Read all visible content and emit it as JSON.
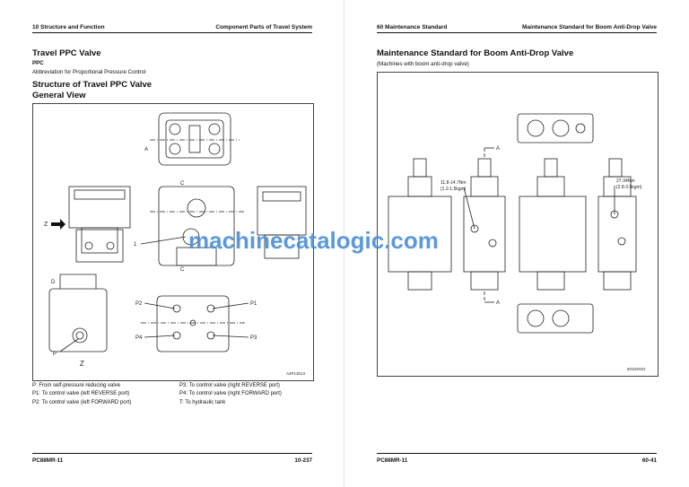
{
  "left_page": {
    "header": {
      "section": "10 Structure and Function",
      "title": "Component Parts of Travel System"
    },
    "heading": "Travel PPC Valve",
    "abbr_title": "PPC",
    "abbr_desc": "Abbreviation for Proportional Pressure Control",
    "sub_heading_1": "Structure of Travel PPC Valve",
    "sub_heading_2": "General View",
    "figure_code": "A4P13013",
    "figure_labels": {
      "a": "A",
      "c": "C",
      "z": "Z",
      "d": "D",
      "p": "P",
      "p1": "P1",
      "p2": "P2",
      "p3": "P3",
      "p4": "P4",
      "one": "1"
    },
    "legend_col1": [
      "P: From self-pressure reducing valve",
      "P1: To control valve (left REVERSE port)",
      "P2: To control valve (left FORWARD port)"
    ],
    "legend_col2": [
      "P3: To control valve (right REVERSE port)",
      "P4: To control valve (right FORWARD port)",
      "T: To hydraulic tank"
    ],
    "footer": {
      "model": "PC88MR-11",
      "page": "10-237"
    }
  },
  "right_page": {
    "header": {
      "section": "60 Maintenance Standard",
      "title": "Maintenance Standard for Boom Anti-Drop Valve"
    },
    "heading": "Maintenance Standard for Boom Anti-Drop Valve",
    "note": "(Machines with boom anti-drop valve)",
    "figure_code": "60102033",
    "torque_1": [
      "11.8-14.7Nm",
      "{1.2-1.5kgm}"
    ],
    "torque_2": [
      "27-34Nm",
      "{2.8-3.5kgm}"
    ],
    "section_a": "A",
    "footer": {
      "model": "PC88MR-11",
      "page": "60-41"
    }
  },
  "watermark": "machinecatalogic.com",
  "colors": {
    "watermark": "#4a8fd8",
    "ink": "#111111",
    "frame": "#444444"
  }
}
